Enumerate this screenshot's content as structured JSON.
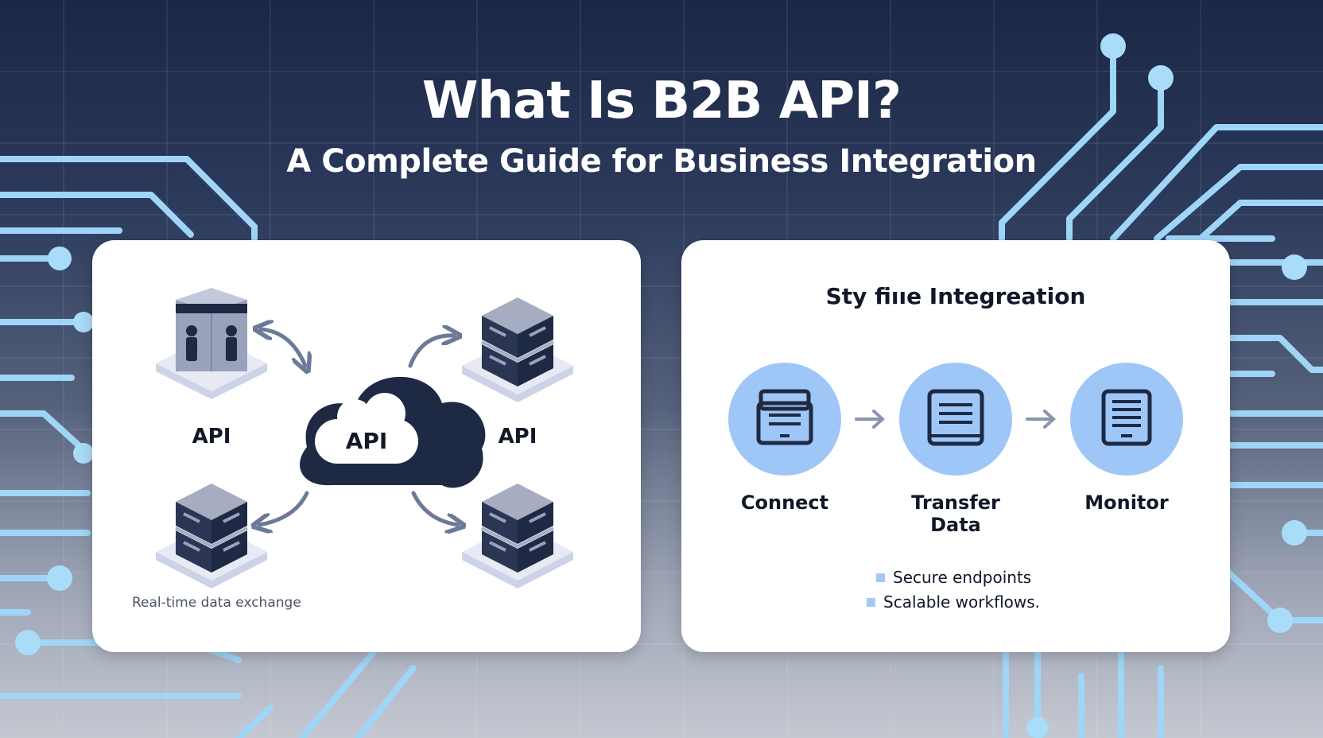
{
  "header": {
    "title": "What Is B2B API?",
    "subtitle": "A Complete Guide for Business Integration"
  },
  "left_panel": {
    "center_label": "API",
    "node_labels": [
      "API",
      "API"
    ],
    "caption": "Real-time data exchange"
  },
  "right_panel": {
    "title": "Sty fiııe Integreation",
    "steps": [
      {
        "label": "Connect",
        "icon": "card-reader-icon"
      },
      {
        "label": "Transfer Data",
        "icon": "document-screen-icon"
      },
      {
        "label": "Monitor",
        "icon": "monitor-list-icon"
      }
    ],
    "bullets": [
      "Secure endpoints",
      "Scalable workflows."
    ]
  },
  "colors": {
    "circuit": "#9fd6f7",
    "step_circle": "#9ec6f7",
    "dark_navy": "#1e2a44",
    "server_gray": "#8d94aa"
  }
}
